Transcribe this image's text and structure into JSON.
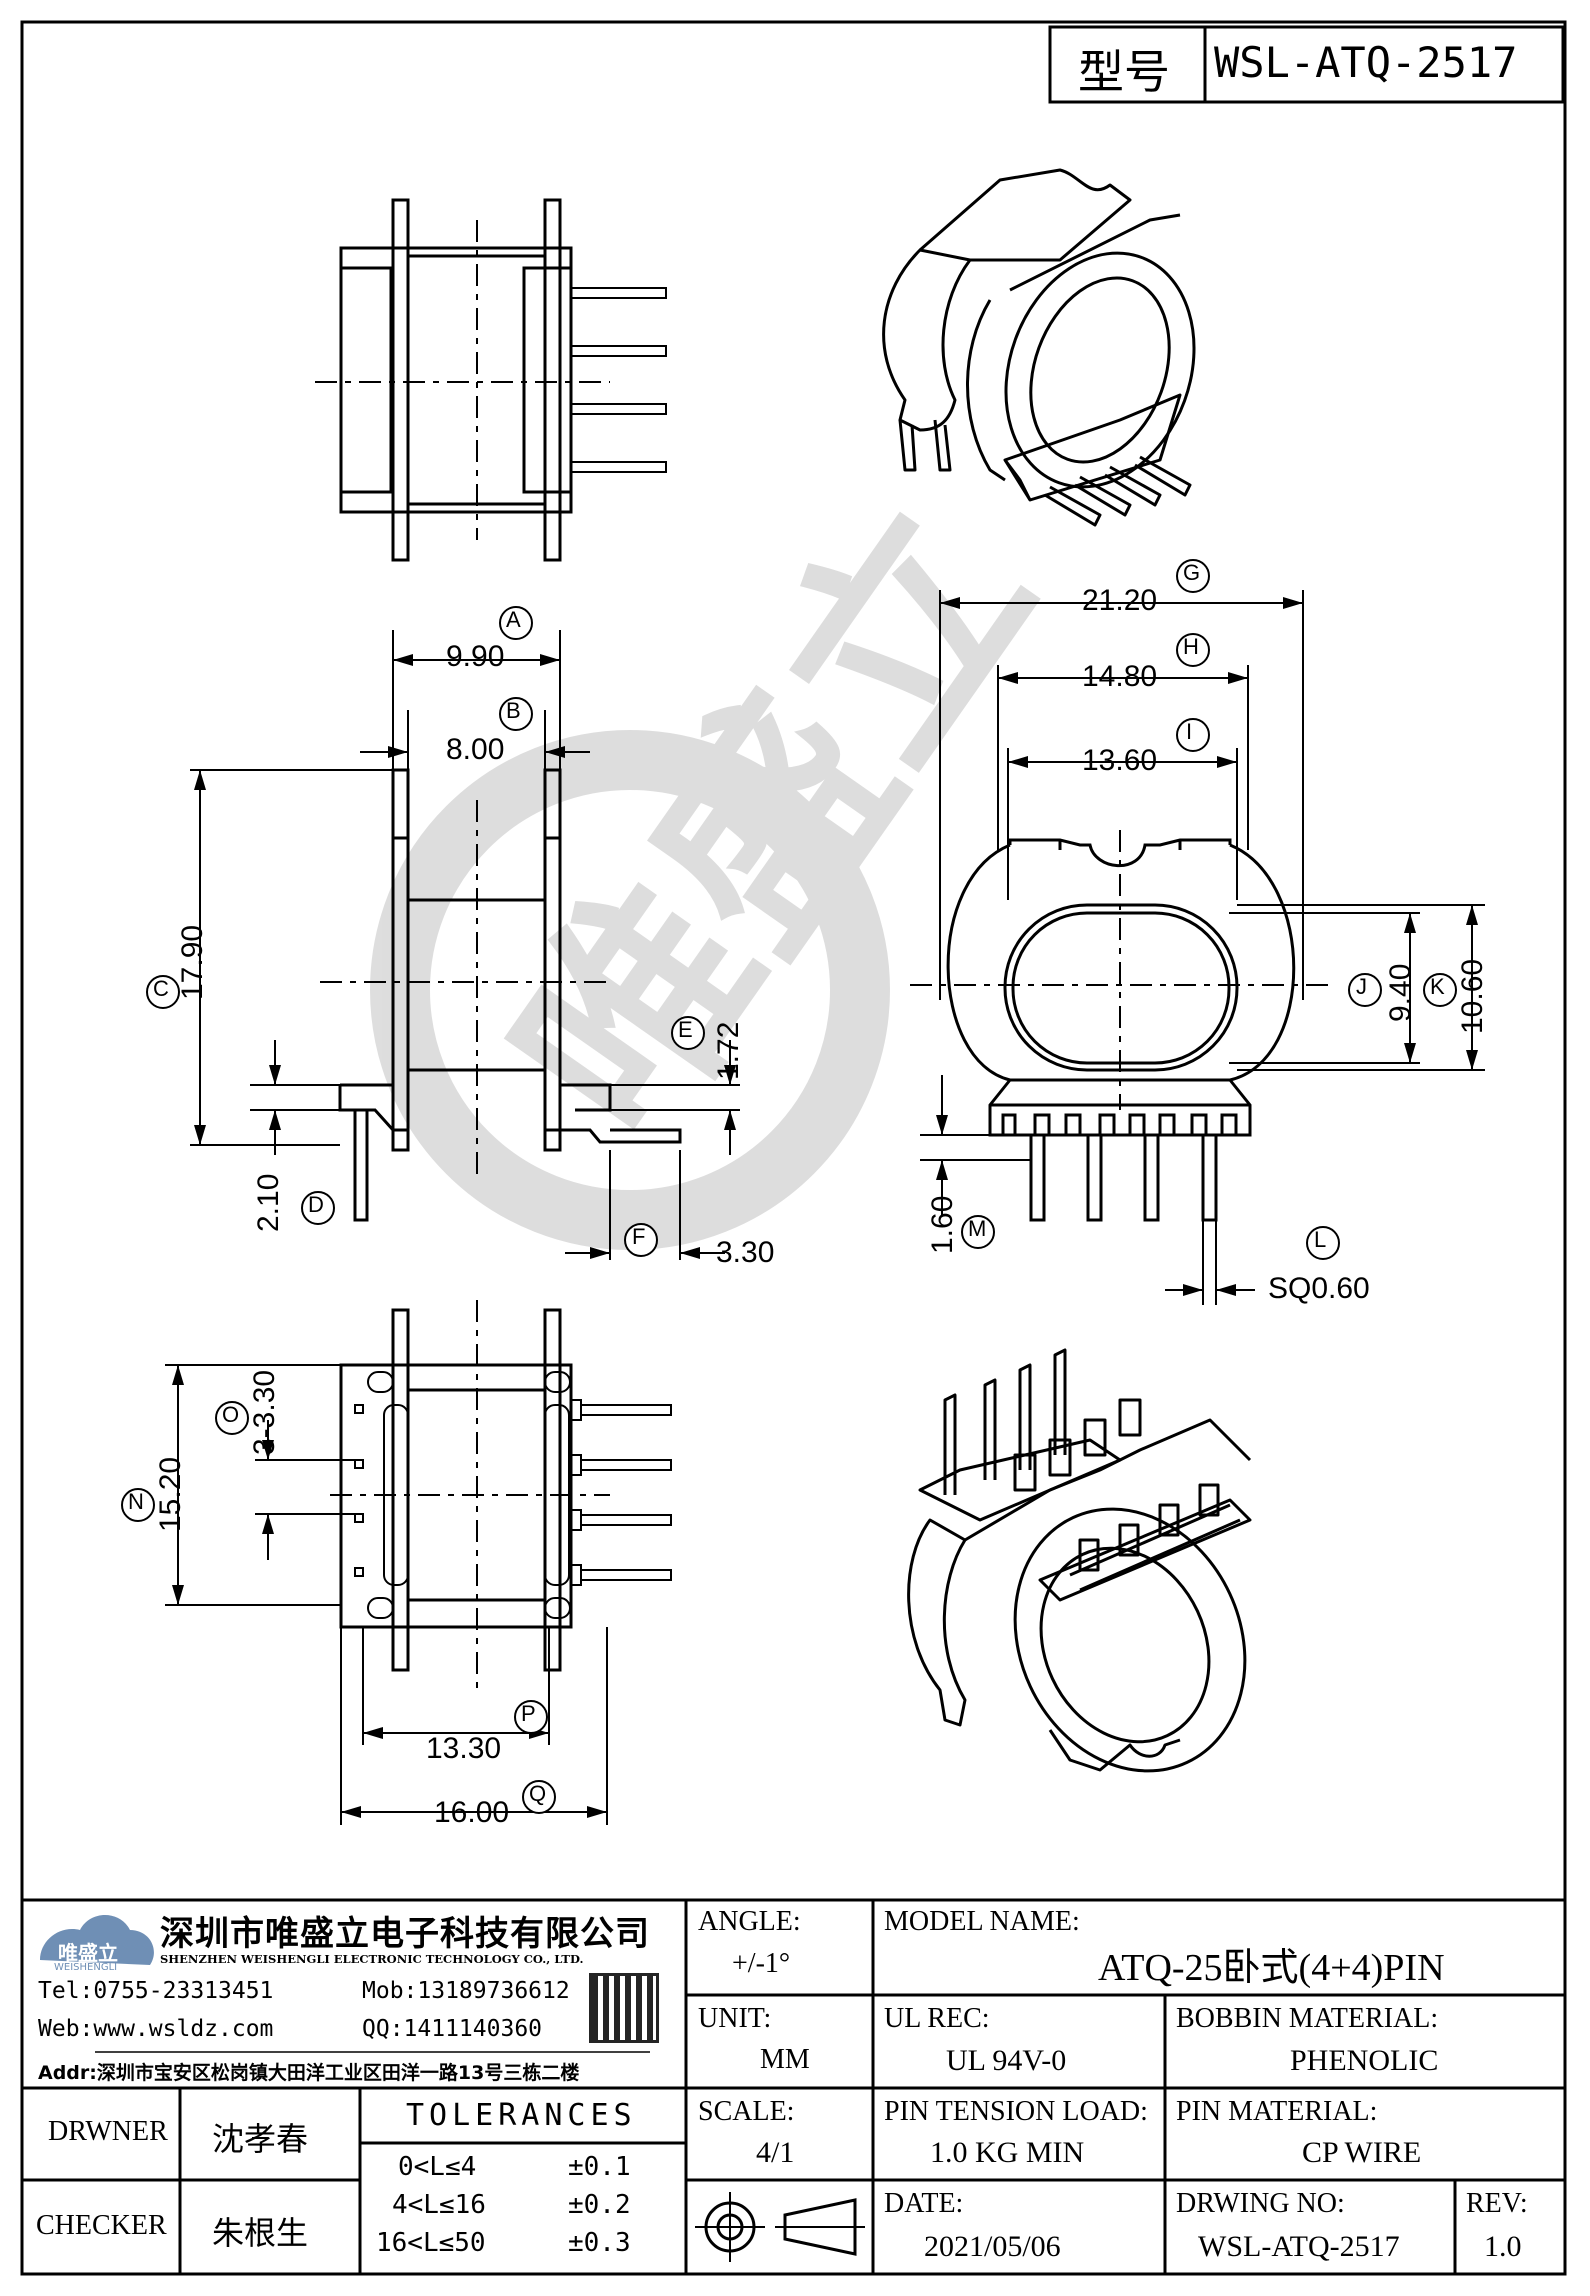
{
  "header": {
    "type_label": "型号",
    "model_code": "WSL-ATQ-2517"
  },
  "dimensions": {
    "A": {
      "letter": "A",
      "value": "9.90"
    },
    "B": {
      "letter": "B",
      "value": "8.00"
    },
    "C": {
      "letter": "C",
      "value": "17.90"
    },
    "D": {
      "letter": "D",
      "value": "2.10"
    },
    "E": {
      "letter": "E",
      "value": "1.72"
    },
    "F": {
      "letter": "F",
      "value": "3.30"
    },
    "G": {
      "letter": "G",
      "value": "21.20"
    },
    "H": {
      "letter": "H",
      "value": "14.80"
    },
    "I": {
      "letter": "I",
      "value": "13.60"
    },
    "J": {
      "letter": "J",
      "value": "9.40"
    },
    "K": {
      "letter": "K",
      "value": "10.60"
    },
    "L": {
      "letter": "L",
      "value": "SQ0.60"
    },
    "M": {
      "letter": "M",
      "value": "1.60"
    },
    "N": {
      "letter": "N",
      "value": "15.20"
    },
    "O": {
      "letter": "O",
      "value": "3-3.30"
    },
    "P": {
      "letter": "P",
      "value": "13.30"
    },
    "Q": {
      "letter": "Q",
      "value": "16.00"
    }
  },
  "company": {
    "name_cn": "深圳市唯盛立电子科技有限公司",
    "name_en": "SHENZHEN WEISHENGLI ELECTRONIC TECHNOLOGY CO., LTD.",
    "logo_text": "唯盛立",
    "logo_sub": "WEISHENGLI",
    "tel": "Tel:0755-23313451",
    "mob": "Mob:13189736612",
    "web": "Web:www.wsldz.com",
    "qq": "QQ:1411140360",
    "addr": "Addr:深圳市宝安区松岗镇大田洋工业区田洋一路13号三栋二楼"
  },
  "title_block": {
    "angle_label": "ANGLE:",
    "angle_value": "+/-1°",
    "model_name_label": "MODEL NAME:",
    "model_name_value": "ATQ-25卧式(4+4)PIN",
    "unit_label": "UNIT:",
    "unit_value": "MM",
    "ul_rec_label": "UL REC:",
    "ul_rec_value": "UL 94V-0",
    "bobbin_material_label": "BOBBIN MATERIAL:",
    "bobbin_material_value": "PHENOLIC",
    "drwner_label": "DRWNER",
    "drwner_value": "沈孝春",
    "checker_label": "CHECKER",
    "checker_value": "朱根生",
    "tolerances_label": "TOLERANCES",
    "tolerances": [
      {
        "range": "0<L≤4",
        "value": "±0.1"
      },
      {
        "range": "4<L≤16",
        "value": "±0.2"
      },
      {
        "range": "16<L≤50",
        "value": "±0.3"
      }
    ],
    "scale_label": "SCALE:",
    "scale_value": "4/1",
    "pin_tension_label": "PIN TENSION LOAD:",
    "pin_tension_value": "1.0 KG MIN",
    "pin_material_label": "PIN MATERIAL:",
    "pin_material_value": "CP WIRE",
    "date_label": "DATE:",
    "date_value": "2021/05/06",
    "drwing_no_label": "DRWING NO:",
    "drwing_no_value": "WSL-ATQ-2517",
    "rev_label": "REV:",
    "rev_value": "1.0"
  }
}
